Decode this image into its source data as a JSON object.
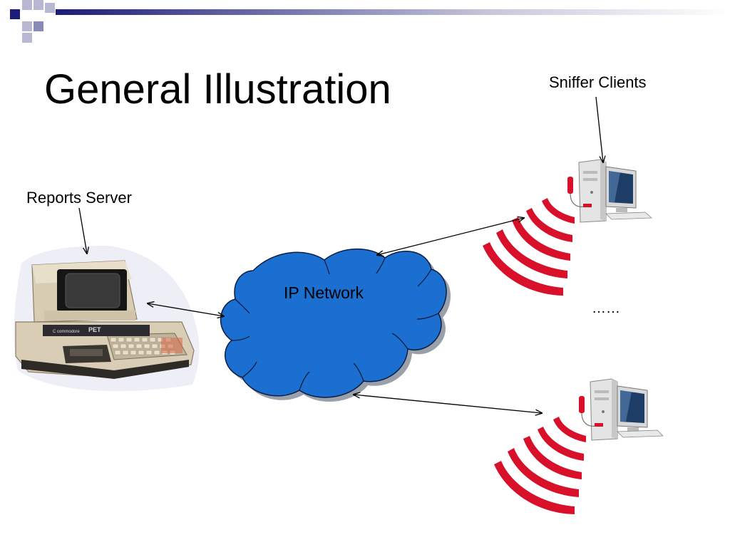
{
  "slide": {
    "title": "General Illustration"
  },
  "diagram": {
    "nodes": {
      "reports_server": "Reports Server",
      "ip_network": "IP Network",
      "sniffer_clients": "Sniffer Clients",
      "more_clients": "……"
    },
    "connections": [
      {
        "from": "reports_server",
        "to": "ip_network",
        "bidirectional": true
      },
      {
        "from": "ip_network",
        "to": "sniffer_client_1",
        "bidirectional": true
      },
      {
        "from": "ip_network",
        "to": "sniffer_client_2",
        "bidirectional": true
      }
    ]
  },
  "colors": {
    "cloud_fill": "#1b6fd1",
    "wireless_waves": "#d8102a",
    "title_bar": "#1c1c7a"
  }
}
